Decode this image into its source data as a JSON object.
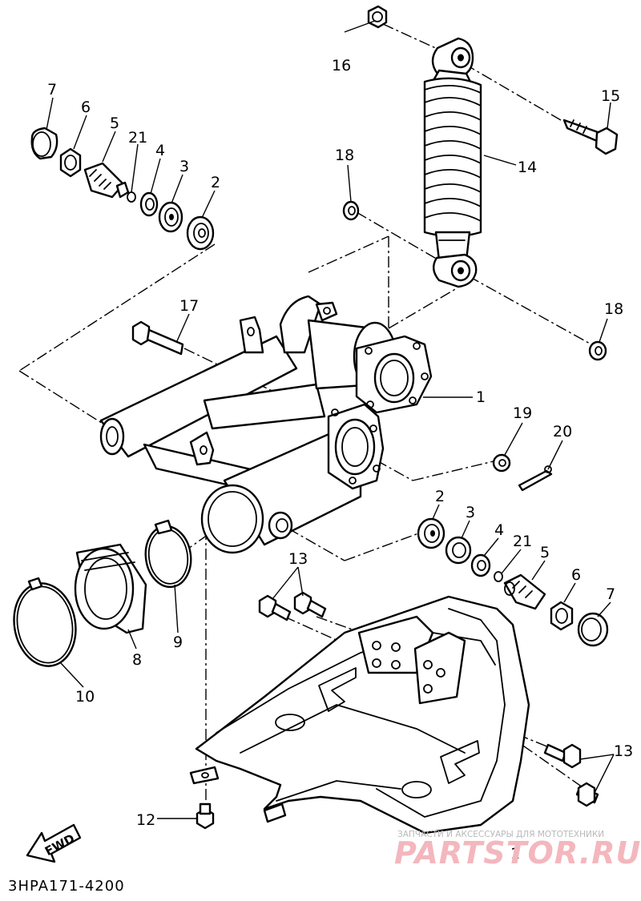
{
  "diagram_code": "3HPA171-4200",
  "fwd_label": "FWD",
  "watermark": {
    "caption": "ЗАПЧАСТИ И АКСЕССУАРЫ ДЛЯ МОТОТЕХНИКИ",
    "brand": "PARTSTOR.RU"
  },
  "callouts": {
    "c1_frame": "1",
    "c1_guard": "1",
    "c2_top": "2",
    "c2_bot": "2",
    "c3_top": "3",
    "c3_bot": "3",
    "c4_top": "4",
    "c4_bot": "4",
    "c5_top": "5",
    "c5_bot": "5",
    "c6_top": "6",
    "c6_bot": "6",
    "c7_top": "7",
    "c7_bot": "7",
    "c8": "8",
    "c9": "9",
    "c10": "10",
    "c12": "12",
    "c13_a": "13",
    "c13_b": "13",
    "c14": "14",
    "c15": "15",
    "c16": "16",
    "c17": "17",
    "c18_top": "18",
    "c18_bot": "18",
    "c19": "19",
    "c20": "20",
    "c21_top": "21",
    "c21_bot": "21"
  }
}
